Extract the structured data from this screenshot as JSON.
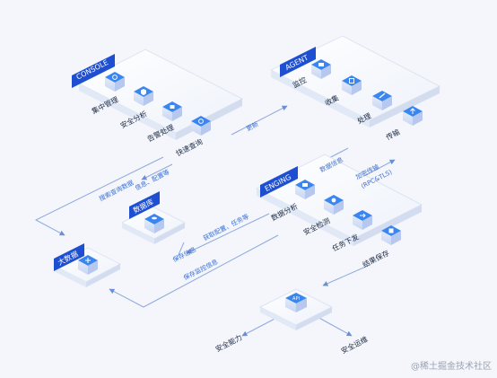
{
  "console": {
    "badge": "CONSOLE",
    "items": [
      "集中管理",
      "安全分析",
      "告警处理",
      "快速查询"
    ]
  },
  "agent": {
    "badge": "AGENT",
    "items": [
      "监控",
      "收集",
      "处理",
      "传输"
    ]
  },
  "engine": {
    "badge": "ENGING",
    "items": [
      "数据分析",
      "安全检测",
      "任务下发",
      "结果保存"
    ]
  },
  "database": {
    "badge": "数据库"
  },
  "bigdata": {
    "badge": "大数据"
  },
  "api": {
    "label": "API"
  },
  "outputs": [
    "安全能力",
    "安全运维"
  ],
  "flows": {
    "update": "更新",
    "collect_data": "数据信息",
    "encrypted_transfer": "加密传输",
    "rpc_tls": "(RPC&TLS)",
    "search_query": "搜索查询数据",
    "info_config": "信息、配置等",
    "fetch_config": "获取配置、任务等",
    "save_info": "保存信息",
    "save_monitor_info": "保存监控信息"
  },
  "watermark": "@稀土掘金技术社区",
  "colors": {
    "accent": "#1f4fd1",
    "cube_top": "#3a86f0",
    "platform": "#ffffff",
    "arrow": "#6b8fd6"
  }
}
